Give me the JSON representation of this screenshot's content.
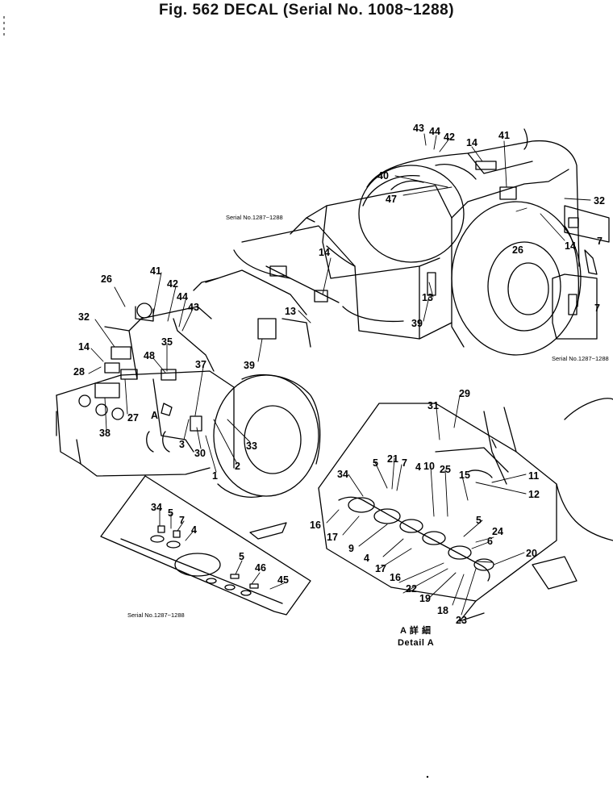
{
  "title": "Fig. 562   DECAL (Serial No. 1008~1288)",
  "serial_notes": {
    "cab_rear": "Serial No.1287~1288",
    "right_side": "Serial No.1287~1288",
    "lower_panel": "Serial No.1287~1288"
  },
  "detail_label": {
    "line1": "A 詳 細",
    "line2": "Detail A"
  },
  "callouts": {
    "43_top": "43",
    "44_top": "44",
    "42_top": "42",
    "14_top": "14",
    "41_top": "41",
    "40": "40",
    "47": "47",
    "32_right": "32",
    "7_right": "7",
    "26_right": "26",
    "14_right": "14",
    "13_mid": "13",
    "39_mid": "39",
    "7_side": "7",
    "14_mid": "14",
    "13_left": "13",
    "39_left": "39",
    "26_left": "26",
    "41_left": "41",
    "42_left": "42",
    "44_left": "44",
    "43_left": "43",
    "32_left": "32",
    "14_left": "14",
    "28": "28",
    "35": "35",
    "48": "48",
    "37": "37",
    "27": "27",
    "38": "38",
    "A": "A",
    "3": "3",
    "30": "30",
    "1": "1",
    "2": "2",
    "33": "33",
    "31": "31",
    "29": "29",
    "5_d": "5",
    "21": "21",
    "7_d": "7",
    "4_d": "4",
    "10": "10",
    "25": "25",
    "15": "15",
    "11": "11",
    "12": "12",
    "34_d": "34",
    "16_d": "16",
    "17_d": "17",
    "9": "9",
    "5_d2": "5",
    "24": "24",
    "6": "6",
    "4_d2": "4",
    "20": "20",
    "17_d2": "17",
    "16_d2": "16",
    "22": "22",
    "19": "19",
    "18": "18",
    "23": "23",
    "34_p": "34",
    "5_p": "5",
    "7_p": "7",
    "4_p": "4",
    "5_p2": "5",
    "46": "46",
    "45": "45"
  }
}
